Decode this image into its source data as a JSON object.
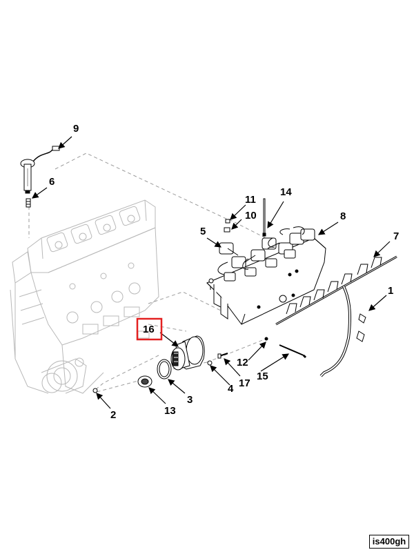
{
  "diagram": {
    "callouts": [
      {
        "id": "c9",
        "number": "9"
      },
      {
        "id": "c6",
        "number": "6"
      },
      {
        "id": "c11",
        "number": "11"
      },
      {
        "id": "c10",
        "number": "10"
      },
      {
        "id": "c14",
        "number": "14"
      },
      {
        "id": "c5",
        "number": "5"
      },
      {
        "id": "c8",
        "number": "8"
      },
      {
        "id": "c7",
        "number": "7"
      },
      {
        "id": "c1",
        "number": "1"
      },
      {
        "id": "c16",
        "number": "16",
        "highlighted": true
      },
      {
        "id": "c12",
        "number": "12"
      },
      {
        "id": "c15",
        "number": "15"
      },
      {
        "id": "c4",
        "number": "4"
      },
      {
        "id": "c17",
        "number": "17"
      },
      {
        "id": "c3",
        "number": "3"
      },
      {
        "id": "c13",
        "number": "13"
      },
      {
        "id": "c2",
        "number": "2"
      }
    ],
    "highlight_color": "#e32020",
    "line_color": "#000000",
    "figure_id": "is400gh"
  }
}
